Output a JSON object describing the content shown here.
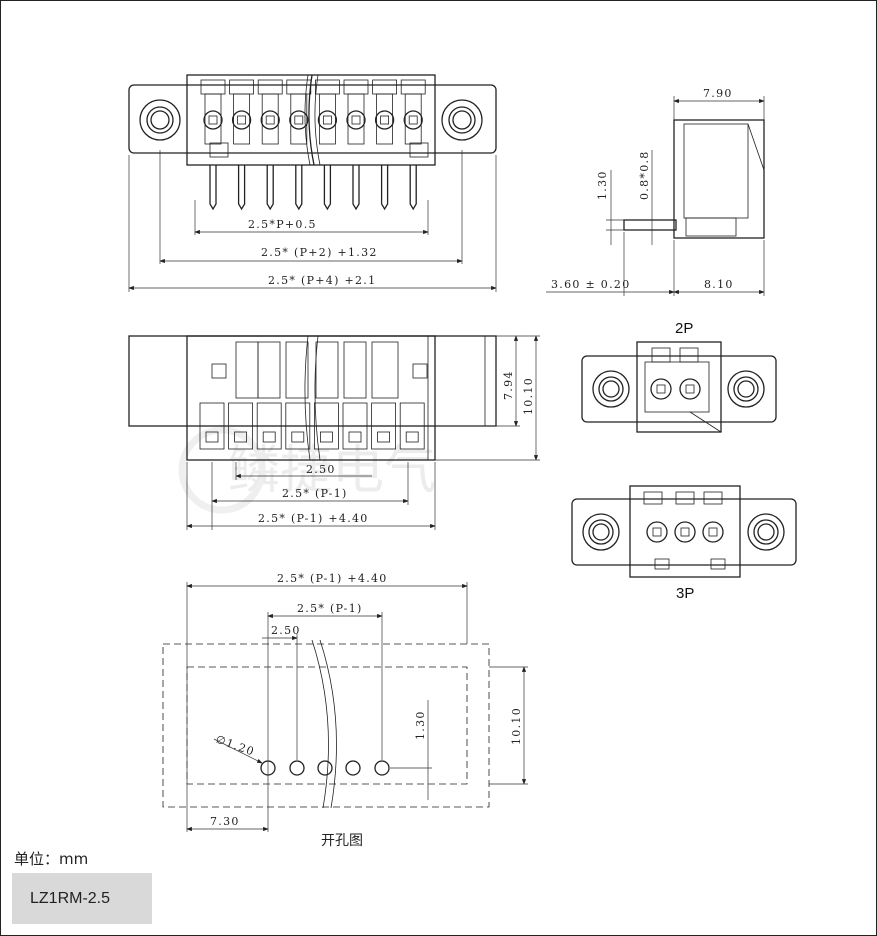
{
  "front": {
    "dims": [
      "2.5*P+0.5",
      "2.5* (P+2) +1.32",
      "2.5* (P+4) +2.1"
    ]
  },
  "side": {
    "dims": [
      "7.90",
      "1.30",
      "0.8*0.8",
      "3.60 ± 0.20",
      "8.10"
    ]
  },
  "bottom": {
    "dims": [
      "7.94",
      "10.10",
      "2.50",
      "2.5* (P-1)",
      "2.5* (P-1) +4.40"
    ]
  },
  "variants": {
    "two": "2P",
    "three": "3P"
  },
  "watermark": {
    "text": "鳞捷电气"
  },
  "holes": {
    "dims": [
      "2.5* (P-1) +4.40",
      "2.5* (P-1)",
      "2.50",
      "∅1.20",
      "1.30",
      "10.10",
      "7.30"
    ],
    "title": "开孔图"
  },
  "unit_label": "单位：mm",
  "model_label": "LZ1RM-2.5"
}
